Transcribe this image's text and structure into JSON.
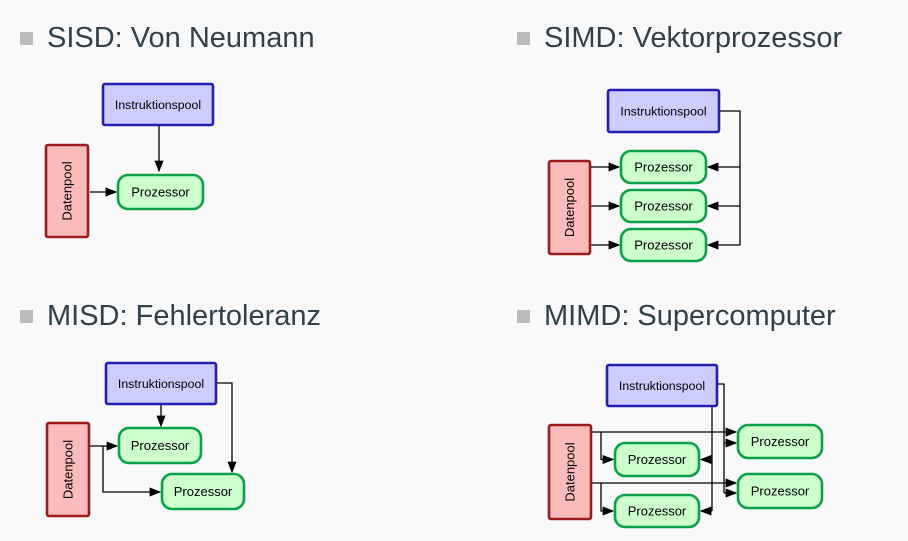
{
  "slide": {
    "background": "#f9f9f9",
    "title_color": "#32404a",
    "bullet_color": "#bcbcbc",
    "panels": [
      {
        "id": "sisd",
        "title": "SISD: Von Neumann"
      },
      {
        "id": "simd",
        "title": "SIMD: Vektorprozessor"
      },
      {
        "id": "misd",
        "title": "MISD: Fehlertoleranz"
      },
      {
        "id": "mimd",
        "title": "MIMD: Supercomputer"
      }
    ],
    "labels": {
      "instruktionspool": "Instruktionspool",
      "datenpool": "Datenpool",
      "prozessor": "Prozessor"
    },
    "colors": {
      "instruktionspool_fill": "#ccccff",
      "instruktionspool_border": "#2121ae",
      "datenpool_fill": "#fbbbbb",
      "datenpool_border": "#9b1c1c",
      "prozessor_fill": "#ccffcc",
      "prozessor_border": "#0ca04a",
      "connector": "#000000"
    }
  }
}
